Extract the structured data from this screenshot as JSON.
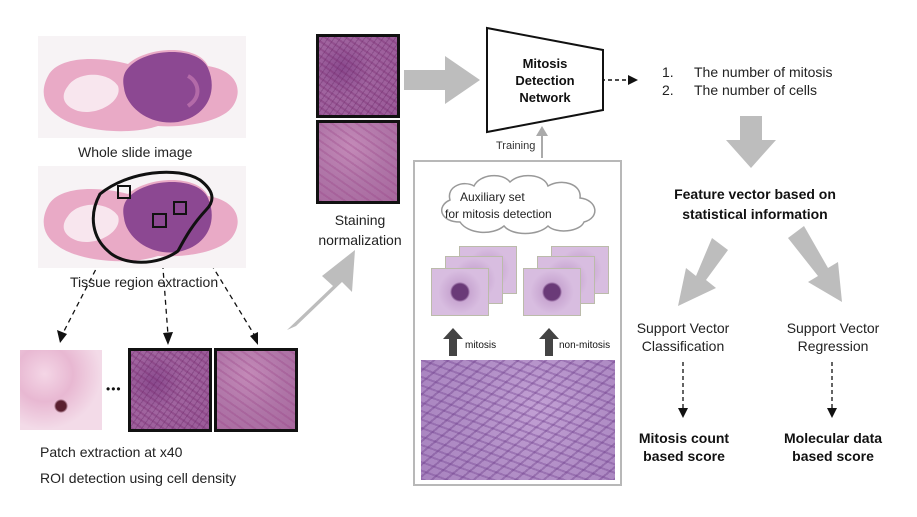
{
  "left": {
    "wsi_caption": "Whole slide image",
    "tissue_caption": "Tissue region extraction",
    "ellipsis": "•••",
    "patch_caption_1": "Patch extraction at x40",
    "patch_caption_2": "ROI detection using cell density"
  },
  "staining": {
    "line1": "Staining",
    "line2": "normalization"
  },
  "network": {
    "line1": "Mitosis",
    "line2": "Detection",
    "line3": "Network",
    "training_label": "Training"
  },
  "outputs": {
    "item1_num": "1.",
    "item1": "The number of mitosis",
    "item2_num": "2.",
    "item2": "The number of cells"
  },
  "feature": {
    "line1": "Feature vector based on",
    "line2": "statistical information"
  },
  "svc": {
    "line1": "Support Vector",
    "line2": "Classification"
  },
  "svr": {
    "line1": "Support Vector",
    "line2": "Regression"
  },
  "score_mitosis": {
    "line1": "Mitosis count",
    "line2": "based score"
  },
  "score_molecular": {
    "line1": "Molecular data",
    "line2": "based score"
  },
  "auxiliary": {
    "cloud_line1": "Auxiliary set",
    "cloud_line2": "for mitosis detection",
    "mitosis_label": "mitosis",
    "non_mitosis_label": "non-mitosis"
  },
  "colors": {
    "arrow_gray": "#bdbdbd",
    "tile_border": "#111111",
    "panel_border": "#b8b8b8",
    "tissue_pink": "#d9779f",
    "tissue_purple": "#7a3f86"
  }
}
